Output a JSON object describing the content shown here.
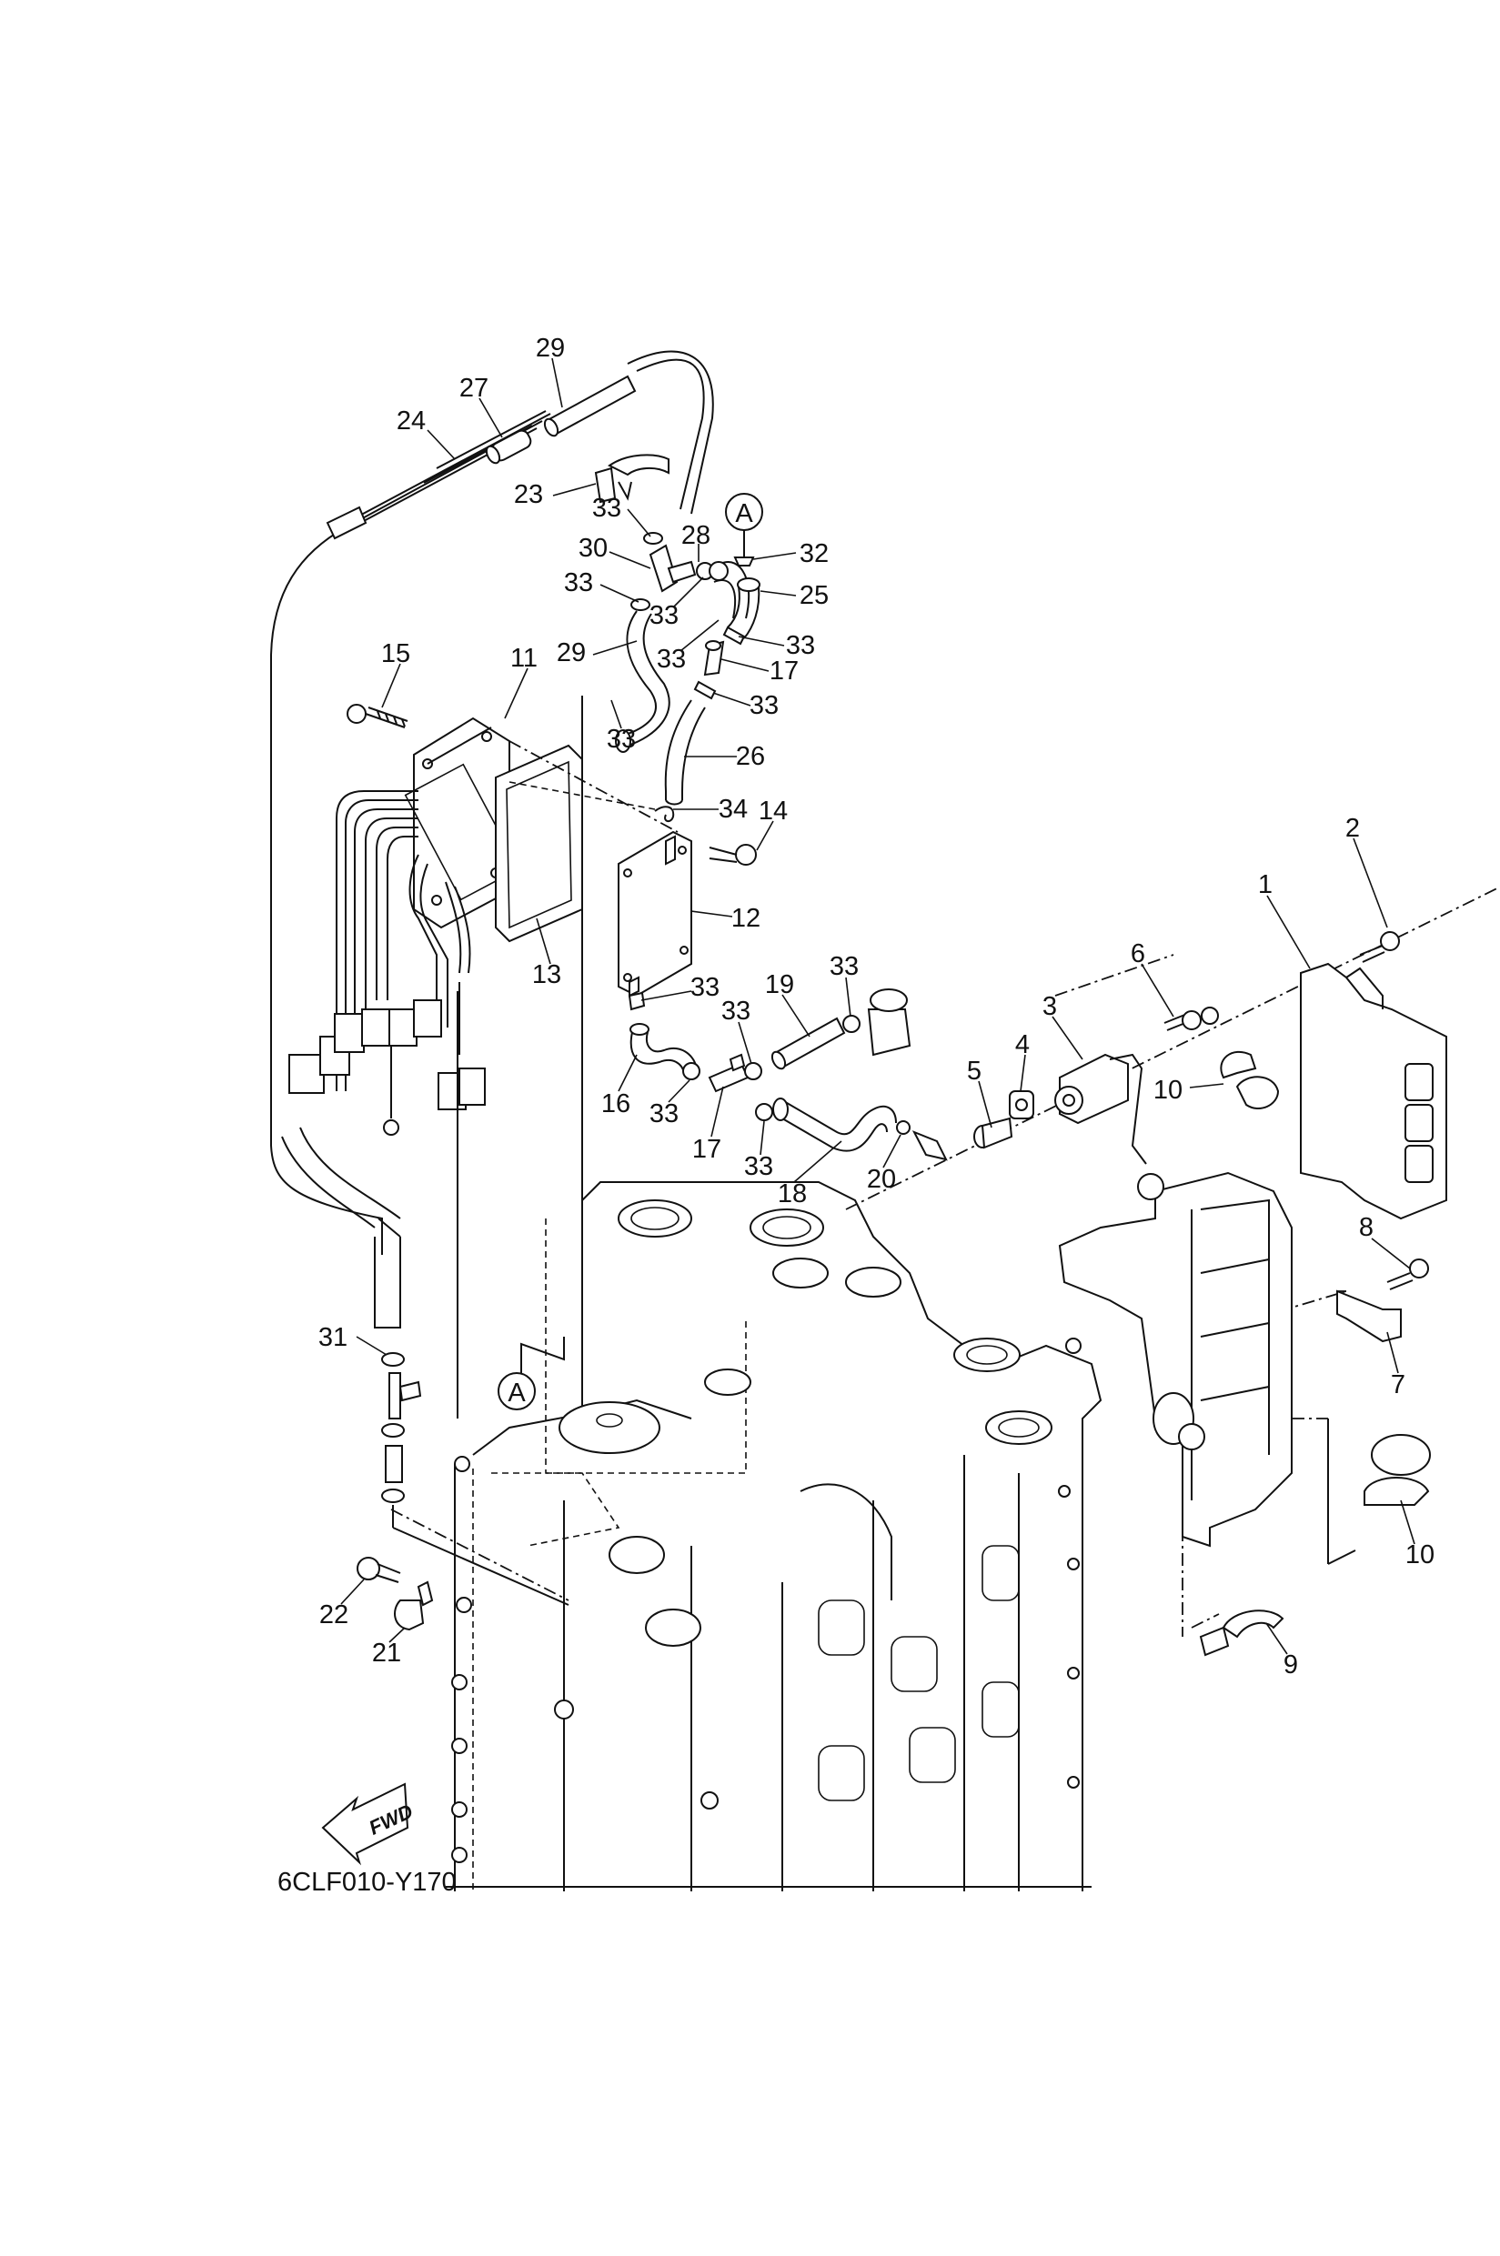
{
  "diagram": {
    "code": "6CLF010-Y170",
    "direction_arrow": "FWD",
    "reference_marker": "A",
    "callouts": [
      {
        "id": "29",
        "ref": "hose-upper"
      },
      {
        "id": "27",
        "ref": "joint"
      },
      {
        "id": "24",
        "ref": "hose-long"
      },
      {
        "id": "23",
        "ref": "holder"
      },
      {
        "id": "33",
        "ref": "clip-a"
      },
      {
        "id": "30",
        "ref": "t-joint"
      },
      {
        "id": "28",
        "ref": "hose-bend"
      },
      {
        "id": "32",
        "ref": "clip-32"
      },
      {
        "id": "33",
        "ref": "clip-b"
      },
      {
        "id": "25",
        "ref": "hose-25"
      },
      {
        "id": "33",
        "ref": "clip-c"
      },
      {
        "id": "29",
        "ref": "hose-lower"
      },
      {
        "id": "33",
        "ref": "clip-d"
      },
      {
        "id": "33",
        "ref": "clip-e"
      },
      {
        "id": "17",
        "ref": "joint-17-upper"
      },
      {
        "id": "33",
        "ref": "clip-f"
      },
      {
        "id": "15",
        "ref": "bolt-15"
      },
      {
        "id": "11",
        "ref": "ignition-coil-bracket"
      },
      {
        "id": "33",
        "ref": "clip-g"
      },
      {
        "id": "26",
        "ref": "hose-26"
      },
      {
        "id": "34",
        "ref": "clip-34"
      },
      {
        "id": "14",
        "ref": "bolt-14"
      },
      {
        "id": "2",
        "ref": "bolt-2"
      },
      {
        "id": "1",
        "ref": "ecm-unit"
      },
      {
        "id": "12",
        "ref": "cover-12"
      },
      {
        "id": "13",
        "ref": "gasket-13"
      },
      {
        "id": "6",
        "ref": "bolt-6"
      },
      {
        "id": "33",
        "ref": "clip-h"
      },
      {
        "id": "19",
        "ref": "hose-19"
      },
      {
        "id": "33",
        "ref": "clip-i"
      },
      {
        "id": "3",
        "ref": "damper-3"
      },
      {
        "id": "4",
        "ref": "grommet-4"
      },
      {
        "id": "5",
        "ref": "collar-5"
      },
      {
        "id": "33",
        "ref": "clip-j"
      },
      {
        "id": "10",
        "ref": "holder-10-upper"
      },
      {
        "id": "16",
        "ref": "hose-16"
      },
      {
        "id": "33",
        "ref": "clip-k"
      },
      {
        "id": "17",
        "ref": "joint-17-lower"
      },
      {
        "id": "33",
        "ref": "clip-l"
      },
      {
        "id": "18",
        "ref": "hose-18"
      },
      {
        "id": "20",
        "ref": "clip-20"
      },
      {
        "id": "8",
        "ref": "bolt-8"
      },
      {
        "id": "31",
        "ref": "clip-31"
      },
      {
        "id": "7",
        "ref": "bracket-7"
      },
      {
        "id": "10",
        "ref": "holder-10-lower"
      },
      {
        "id": "22",
        "ref": "bolt-22"
      },
      {
        "id": "21",
        "ref": "clamp-21"
      },
      {
        "id": "9",
        "ref": "clip-9"
      }
    ]
  }
}
